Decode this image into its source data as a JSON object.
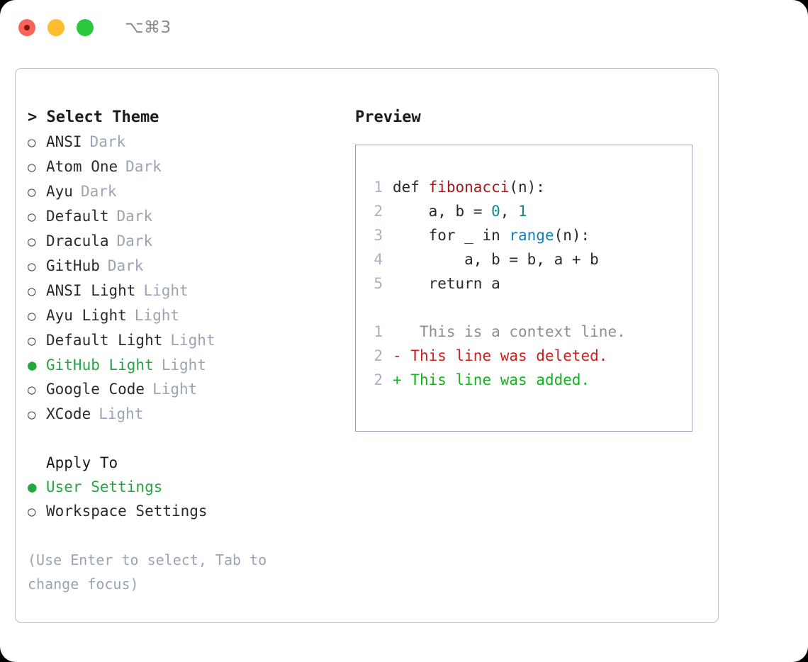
{
  "titlebar": {
    "shortcut": "⌥⌘3",
    "buttons": [
      {
        "name": "close",
        "color": "#fa6458"
      },
      {
        "name": "minimize",
        "color": "#febc2e"
      },
      {
        "name": "zoom",
        "color": "#29c83f"
      }
    ]
  },
  "theme_selector": {
    "title": "> Select Theme",
    "bullet_unselected": "○",
    "bullet_selected": "●",
    "items": [
      {
        "label": "ANSI",
        "variant": "Dark",
        "selected": false
      },
      {
        "label": "Atom One",
        "variant": "Dark",
        "selected": false
      },
      {
        "label": "Ayu",
        "variant": "Dark",
        "selected": false
      },
      {
        "label": "Default",
        "variant": "Dark",
        "selected": false
      },
      {
        "label": "Dracula",
        "variant": "Dark",
        "selected": false
      },
      {
        "label": "GitHub",
        "variant": "Dark",
        "selected": false
      },
      {
        "label": "ANSI Light",
        "variant": "Light",
        "selected": false
      },
      {
        "label": "Ayu Light",
        "variant": "Light",
        "selected": false
      },
      {
        "label": "Default Light",
        "variant": "Light",
        "selected": false
      },
      {
        "label": "GitHub Light",
        "variant": "Light",
        "selected": true
      },
      {
        "label": "Google Code",
        "variant": "Light",
        "selected": false
      },
      {
        "label": "XCode",
        "variant": "Light",
        "selected": false
      }
    ]
  },
  "apply_to": {
    "title": "Apply To",
    "items": [
      {
        "label": "User Settings",
        "selected": true
      },
      {
        "label": "Workspace Settings",
        "selected": false
      }
    ]
  },
  "hint": "(Use Enter to select, Tab to change focus)",
  "preview": {
    "title": "Preview",
    "code_lines": [
      {
        "no": "1",
        "tokens": [
          {
            "t": "def ",
            "k": "plain"
          },
          {
            "t": "fibonacci",
            "k": "fn"
          },
          {
            "t": "(n):",
            "k": "plain"
          }
        ]
      },
      {
        "no": "2",
        "tokens": [
          {
            "t": "    a, b = ",
            "k": "plain"
          },
          {
            "t": "0",
            "k": "num"
          },
          {
            "t": ", ",
            "k": "plain"
          },
          {
            "t": "1",
            "k": "num"
          }
        ]
      },
      {
        "no": "3",
        "tokens": [
          {
            "t": "    for _ in ",
            "k": "plain"
          },
          {
            "t": "range",
            "k": "call"
          },
          {
            "t": "(n):",
            "k": "plain"
          }
        ]
      },
      {
        "no": "4",
        "tokens": [
          {
            "t": "        a, b = b, a + b",
            "k": "plain"
          }
        ]
      },
      {
        "no": "5",
        "tokens": [
          {
            "t": "    return a",
            "k": "plain"
          }
        ]
      }
    ],
    "diff_lines": [
      {
        "no": "1",
        "marker": " ",
        "text": "  This is a context line.",
        "kind": "context"
      },
      {
        "no": "2",
        "marker": "-",
        "text": " This line was deleted.",
        "kind": "deleted"
      },
      {
        "no": "2",
        "marker": "+",
        "text": " This line was added.",
        "kind": "added"
      }
    ]
  },
  "colors": {
    "accent_green": "#22a83f",
    "muted": "#9aa4b2",
    "border": "#9aa5b5",
    "panel_border": "#b7c0cc",
    "diff_add": "#16b020",
    "diff_del": "#c9211e",
    "syntax_fn": "#a01b1b",
    "syntax_num": "#0f8a8a",
    "syntax_call": "#177cb8"
  }
}
